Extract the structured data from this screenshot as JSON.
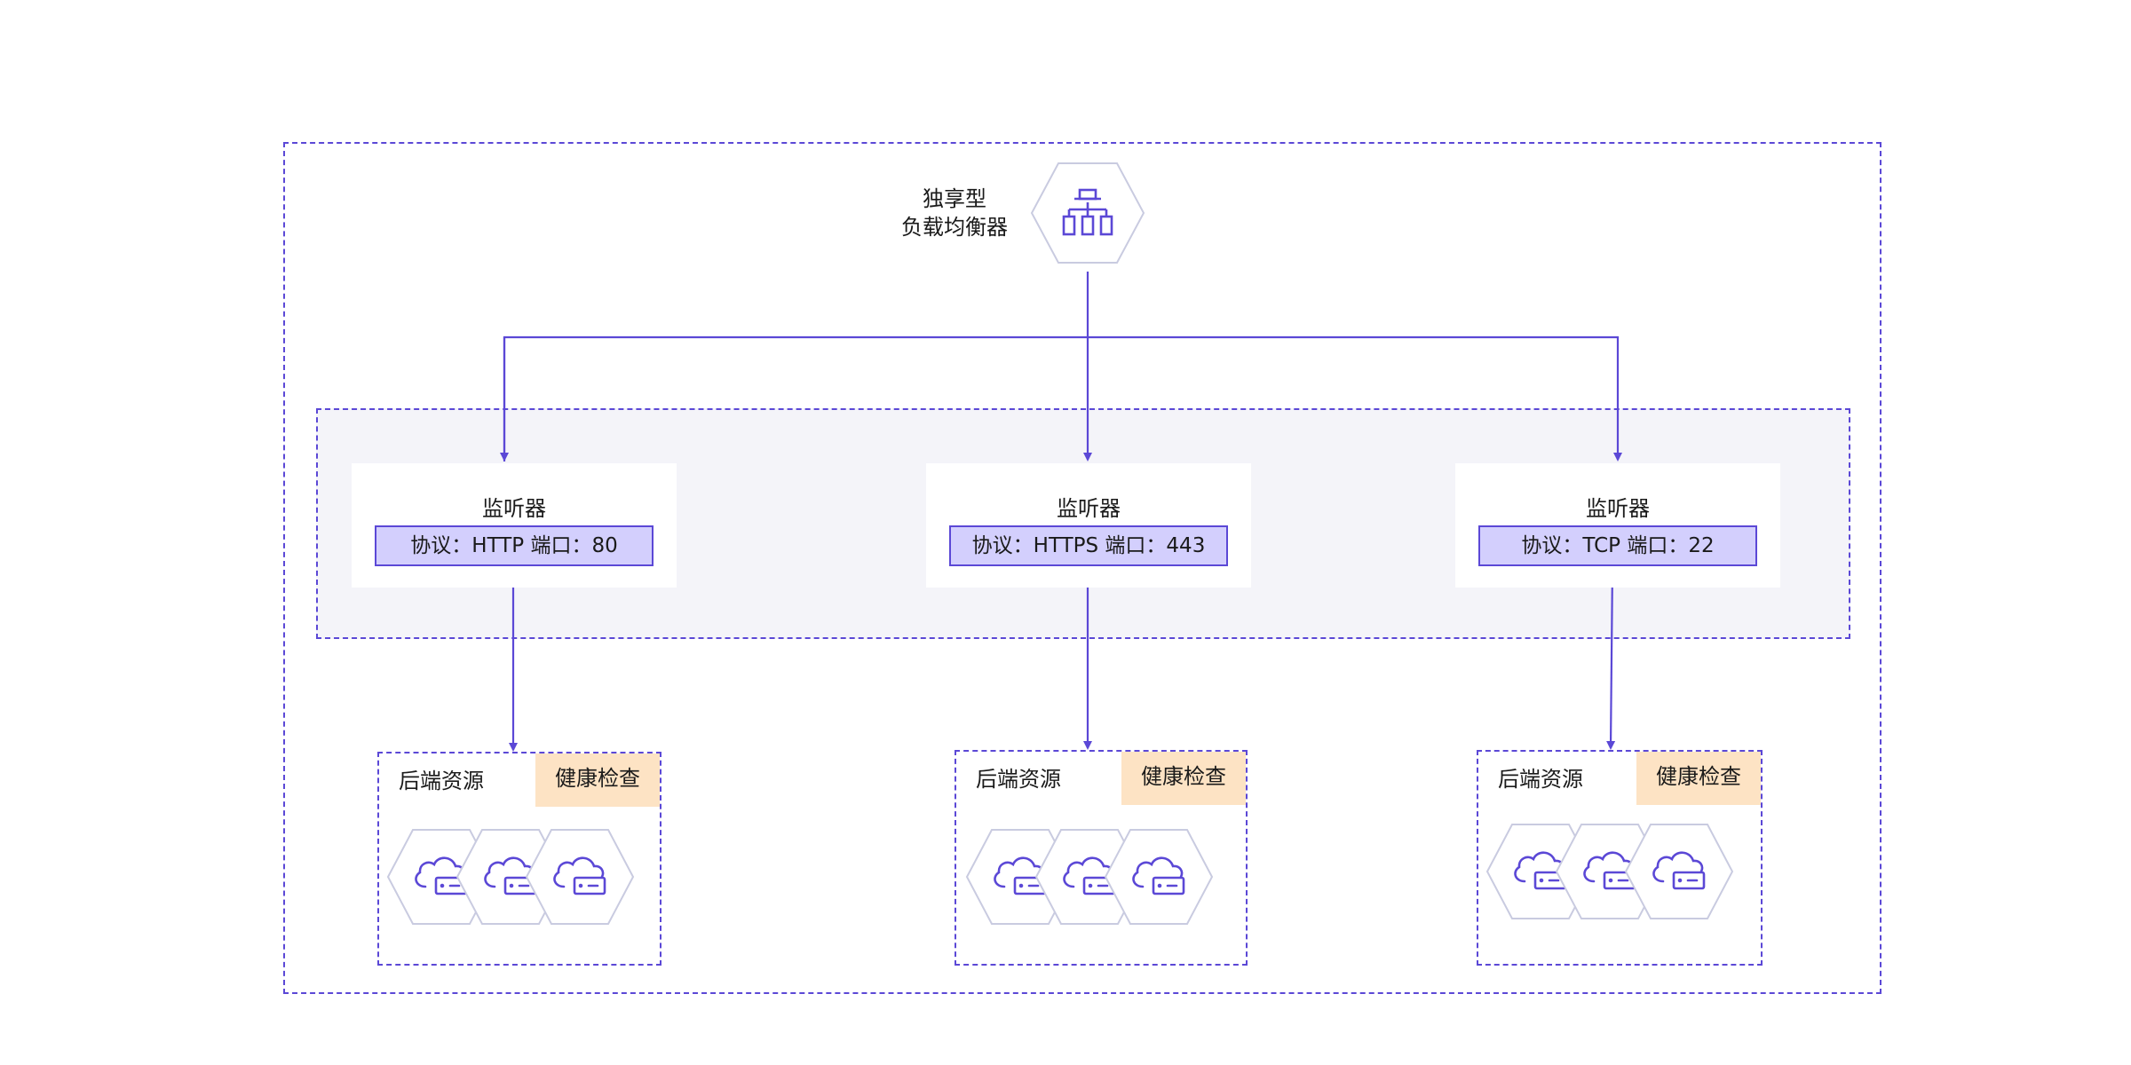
{
  "load_balancer": {
    "label_line1": "独享型",
    "label_line2": "负载均衡器",
    "icon": "network-hierarchy-icon"
  },
  "listeners": [
    {
      "title": "监听器",
      "protocol": "协议：HTTP 端口：80"
    },
    {
      "title": "监听器",
      "protocol": "协议：HTTPS 端口：443"
    },
    {
      "title": "监听器",
      "protocol": "协议：TCP 端口：22"
    }
  ],
  "backends": [
    {
      "title": "后端资源",
      "health": "健康检查",
      "server_icon": "cloud-server-icon",
      "server_count": 3
    },
    {
      "title": "后端资源",
      "health": "健康检查",
      "server_icon": "cloud-server-icon",
      "server_count": 3
    },
    {
      "title": "后端资源",
      "health": "健康检查",
      "server_icon": "cloud-server-icon",
      "server_count": 3
    }
  ],
  "colors": {
    "accent": "#5b48d6",
    "protocol_fill": "#d3cffd",
    "health_fill": "#fde3c4",
    "listener_band": "#f4f4f9",
    "hex_stroke": "#c9cbe0"
  }
}
